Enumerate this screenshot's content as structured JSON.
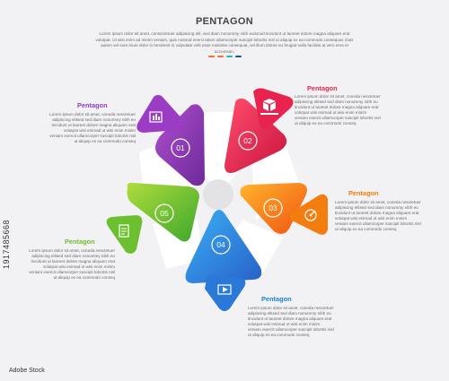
{
  "title": "PENTAGON",
  "subtitle": "Lorem ipsum dolor sit amet, consectetuer adipiscing elit, sed diam nonummy nibh euismod tincidunt ut laoreet dolore magna aliquam erat volutpat. Ut wisi enim ad minim veniam, quis nostrud exerci tation ullamcorper suscipit lobortis nisl ut aliquip ex ea commodo consequat. Duis autem vel eum iriure dolor in hendrerit in vulputate velit esse molestie consequat, vel illum dolore eu feugiat nulla facilisis at vero eros et accumsan.",
  "accent_colors": [
    "#ff6b35",
    "#1fb5c9",
    "#7bc242",
    "#1f4e8c"
  ],
  "steps": [
    {
      "number": "01",
      "label": "Pentagon",
      "color": "#8e3fb5",
      "icon": "chart-icon",
      "text": "Lorem ipsum dolor sit amet, coneda nesctetuer adipiscing elitsed sed diam nonummy nibh eu tincidunt ut laoreet dolore magna aliquam erat volutpat wisi enimad ut wisi enim minim veniam exercit ullamcorper suscipit lobortis nisl ut aliquip ex ea commodo conseq"
    },
    {
      "number": "02",
      "label": "Pentagon",
      "color": "#e8234f",
      "icon": "box-icon",
      "text": "Lorem ipsum dolor sit amet, coneda nesctetuer adipiscing elitsed sed diam nonummy nibh eu tincidunt ut laoreet dolore magna aliquam erat volutpat wisi enimad ut wisi enim minim veniam exercit ullamcorper suscipit lobortis nisl ut aliquip ex ea commodo conseq"
    },
    {
      "number": "03",
      "label": "Pentagon",
      "color": "#f57c0f",
      "icon": "gauge-icon",
      "text": "Lorem ipsum dolor sit amet, coneda nesctetuer adipiscing elitsed sed diam nonummy nibh eu tincidunt ut laoreet dolore magna aliquam erat volutpat wisi enimad ut wisi enim minim veniam exercit ullamcorper suscipit lobortis nisl ut aliquip ex ea commodo conseq"
    },
    {
      "number": "04",
      "label": "Pentagon",
      "color": "#1e7fd6",
      "icon": "film-icon",
      "text": "Lorem ipsum dolor sit amet, coneda nesctetuer adipiscing elitsed sed diam nonummy nibh eu tincidunt ut laoreet dolore magna aliquam erat volutpat wisi enimad ut wisi enim minim veniam exercit ullamcorper suscipit lobortis nisl ut aliquip ex ea commodo conseq"
    },
    {
      "number": "05",
      "label": "Pentagon",
      "color": "#6cbf2f",
      "icon": "document-icon",
      "text": "Lorem ipsum dolor sit amet, coneda nesctetuer adipiscing elitsed sed diam nonummy nibh eu tincidunt ut laoreet dolore magna aliquam erat volutpat wisi enimad ut wisi enim minim veniam exercit ullamcorper suscipit lobortis nisl ut aliquip ex ea commodo conseq"
    }
  ],
  "watermark_id": "1917485668",
  "watermark_brand": "Adobe Stock"
}
